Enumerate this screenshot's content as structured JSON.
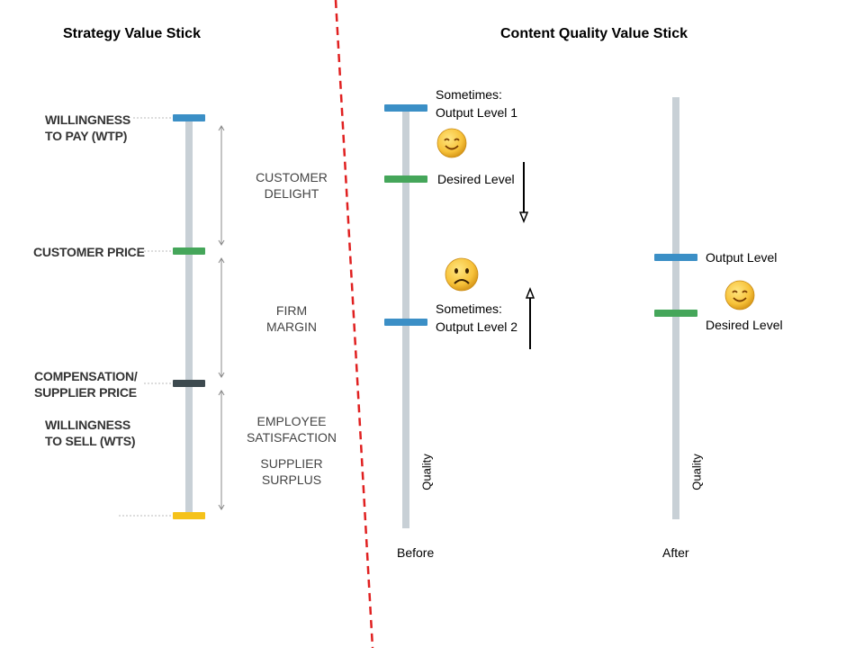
{
  "titles": {
    "left": "Strategy Value Stick",
    "right": "Content Quality Value Stick"
  },
  "strategy_stick": {
    "labels": {
      "wtp": [
        "WILLINGNESS",
        "TO PAY (WTP)"
      ],
      "price": "CUSTOMER PRICE",
      "compensation": [
        "COMPENSATION/",
        "SUPPLIER PRICE"
      ],
      "wts": [
        "WILLINGNESS",
        "TO SELL (WTS)"
      ]
    },
    "segments": {
      "delight": [
        "CUSTOMER",
        "DELIGHT"
      ],
      "margin": [
        "FIRM",
        "MARGIN"
      ],
      "satisfaction": [
        "EMPLOYEE",
        "SATISFACTION"
      ],
      "surplus": [
        "SUPPLIER",
        "SURPLUS"
      ]
    },
    "colors": {
      "wtp": "#3b8fc6",
      "price": "#45a65a",
      "compensation": "#3d4a4f",
      "wts": "#f5c21a"
    }
  },
  "before_stick": {
    "axis_label": "Quality",
    "caption": "Before",
    "output1": [
      "Sometimes:",
      "Output Level 1"
    ],
    "desired": "Desired Level",
    "output2": [
      "Sometimes:",
      "Output Level 2"
    ],
    "faces": {
      "upper": "smile-icon",
      "lower": "frown-icon"
    }
  },
  "after_stick": {
    "axis_label": "Quality",
    "caption": "After",
    "output": "Output Level",
    "desired": "Desired Level",
    "face": "smile-icon"
  },
  "colors": {
    "blue": "#3b8fc6",
    "green": "#45a65a",
    "divider": "#e02020"
  }
}
